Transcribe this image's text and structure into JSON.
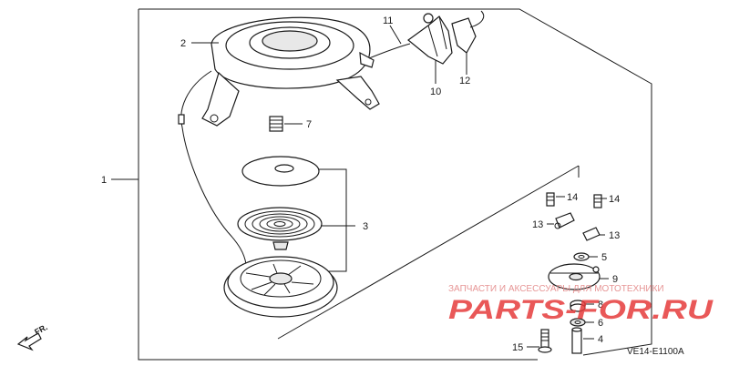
{
  "callouts": {
    "p1": "1",
    "p2": "2",
    "p3": "3",
    "p4": "4",
    "p5": "5",
    "p6": "6",
    "p7": "7",
    "p8": "8",
    "p9": "9",
    "p10": "10",
    "p11": "11",
    "p12": "12",
    "p13a": "13",
    "p13b": "13",
    "p14a": "14",
    "p14b": "14",
    "p15": "15"
  },
  "diagram_code": "VE14-E1100A",
  "direction_label": "FR.",
  "watermark": {
    "tagline": "ЗАПЧАСТИ И АКСЕССУАРЫ ДЛЯ МОТОТЕХНИКИ",
    "brand": "PARTS-FOR.RU"
  },
  "colors": {
    "line": "#1a1a1a",
    "watermark_red": "#e63b3b",
    "watermark_pink": "#e48a8a"
  }
}
